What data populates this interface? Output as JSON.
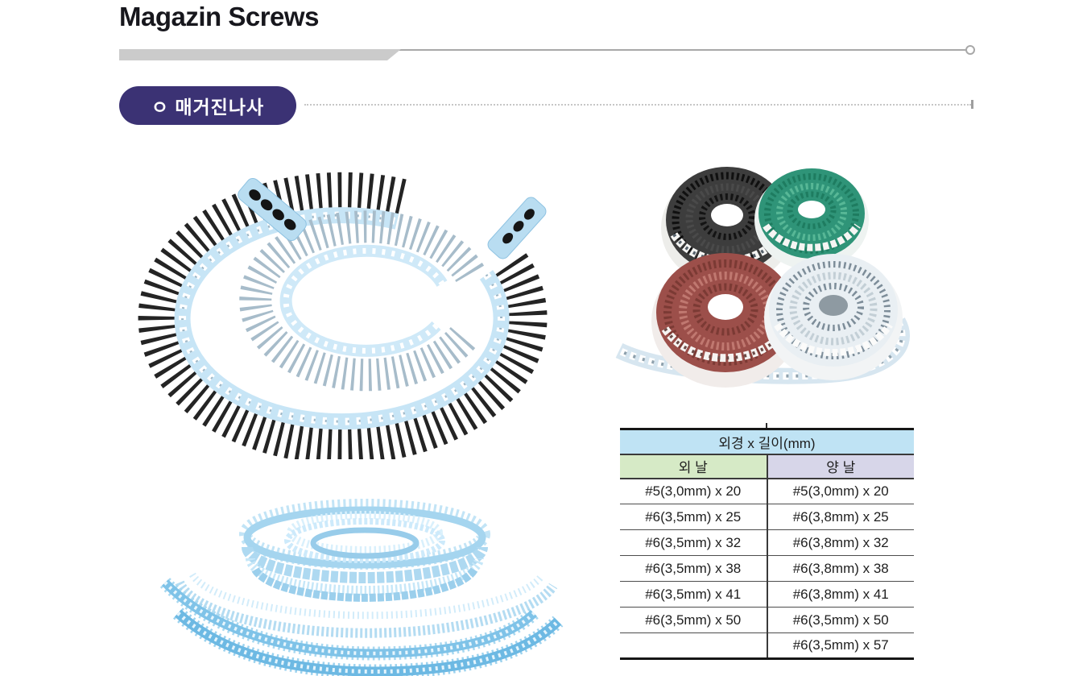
{
  "header": {
    "title": "Magazin Screws"
  },
  "section": {
    "badge_label": "ㅇ 매거진나사"
  },
  "images": {
    "spiral_strip": {
      "label": "collated magazine screw strips - black and silver screws on blue plastic spiral strip"
    },
    "coils": {
      "label": "four coils of collated magazine screws - black, green, red and white"
    },
    "plastic_strips": {
      "label": "blue plastic collation strips - coiled roll and loose strips"
    }
  },
  "table": {
    "title": "외경 x 길이(mm)",
    "col_headers": [
      "외 날",
      "양 날"
    ],
    "rows": [
      [
        "#5(3,0mm) x 20",
        "#5(3,0mm) x 20"
      ],
      [
        "#6(3,5mm) x 25",
        "#6(3,8mm) x 25"
      ],
      [
        "#6(3,5mm) x 32",
        "#6(3,8mm) x 32"
      ],
      [
        "#6(3,5mm) x 38",
        "#6(3,8mm) x 38"
      ],
      [
        "#6(3,5mm) x 41",
        "#6(3,8mm) x 41"
      ],
      [
        "#6(3,5mm) x 50",
        "#6(3,5mm) x 50"
      ],
      [
        "",
        "#6(3,5mm) x 57"
      ]
    ]
  },
  "colors": {
    "badge_purple": "#3b3274",
    "table_title_bg": "#bfe3f4",
    "col_left_bg": "#d6eac6",
    "col_right_bg": "#d7d6e9",
    "gray_bar": "#cbcbcb",
    "strip_blue": "#a9d7f0",
    "screw_black": "#2b2b2b",
    "screw_silver": "#a7bcca",
    "coil_green": "#2f9478",
    "coil_red": "#9c4f4a"
  }
}
